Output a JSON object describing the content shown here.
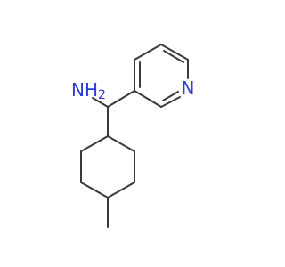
{
  "structure": {
    "labels": {
      "amine": "NH",
      "amine_subscript": "2",
      "pyridine_nitrogen": "N"
    },
    "colors": {
      "bond": "#3a3a3a",
      "nitrogen": "#2b3bd8"
    }
  }
}
